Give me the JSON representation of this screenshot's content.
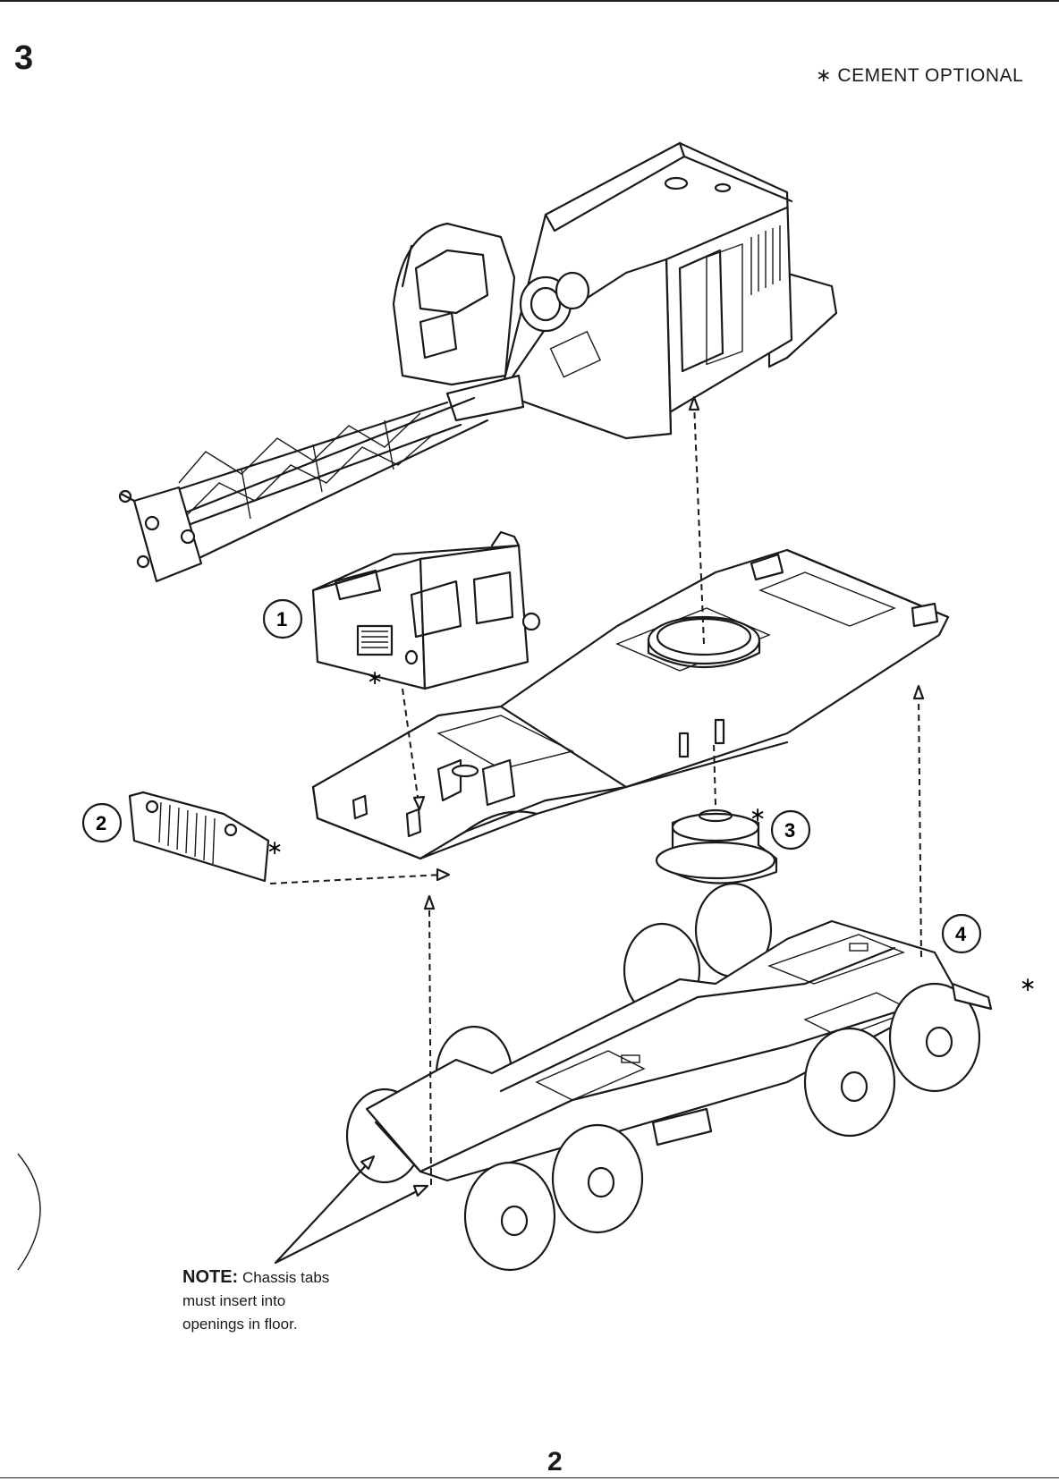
{
  "header": {
    "step": "3",
    "cement_note": "∗ CEMENT OPTIONAL"
  },
  "callouts": [
    {
      "id": "1",
      "label": "1",
      "cement": false
    },
    {
      "id": "2",
      "label": "2",
      "cement": true
    },
    {
      "id": "3",
      "label": "3",
      "cement": true
    },
    {
      "id": "4",
      "label": "4",
      "cement": true
    }
  ],
  "cab_cement_mark": "∗",
  "note": {
    "heading": "NOTE:",
    "line1": "Chassis tabs",
    "line2": "must insert into",
    "line3": "openings in floor."
  },
  "footer": {
    "page": "2"
  },
  "icons": [
    "crane-upper-body-icon",
    "lattice-boom-icon",
    "truck-cab-icon",
    "grille-icon",
    "carrier-deck-icon",
    "turntable-ring-icon",
    "chassis-frame-icon",
    "wheel-icon",
    "arrow-icon"
  ]
}
